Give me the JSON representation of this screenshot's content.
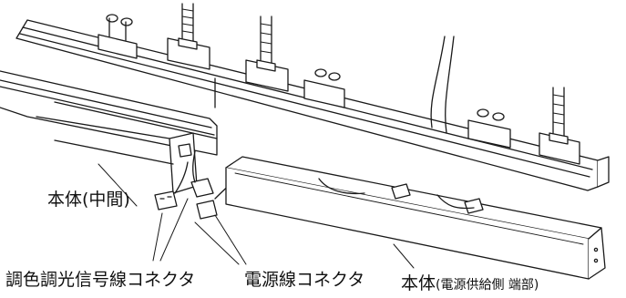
{
  "labels": {
    "body_middle": "本体(中間)",
    "dimming_connector": "調色調光信号線コネクタ",
    "power_connector": "電源線コネクタ",
    "body_power_end_main": "本体",
    "body_power_end_sub": "(電源供給側 端部)"
  },
  "colors": {
    "line": "#1a1a1a",
    "fill": "#ffffff",
    "shade": "#d8d8d8"
  }
}
